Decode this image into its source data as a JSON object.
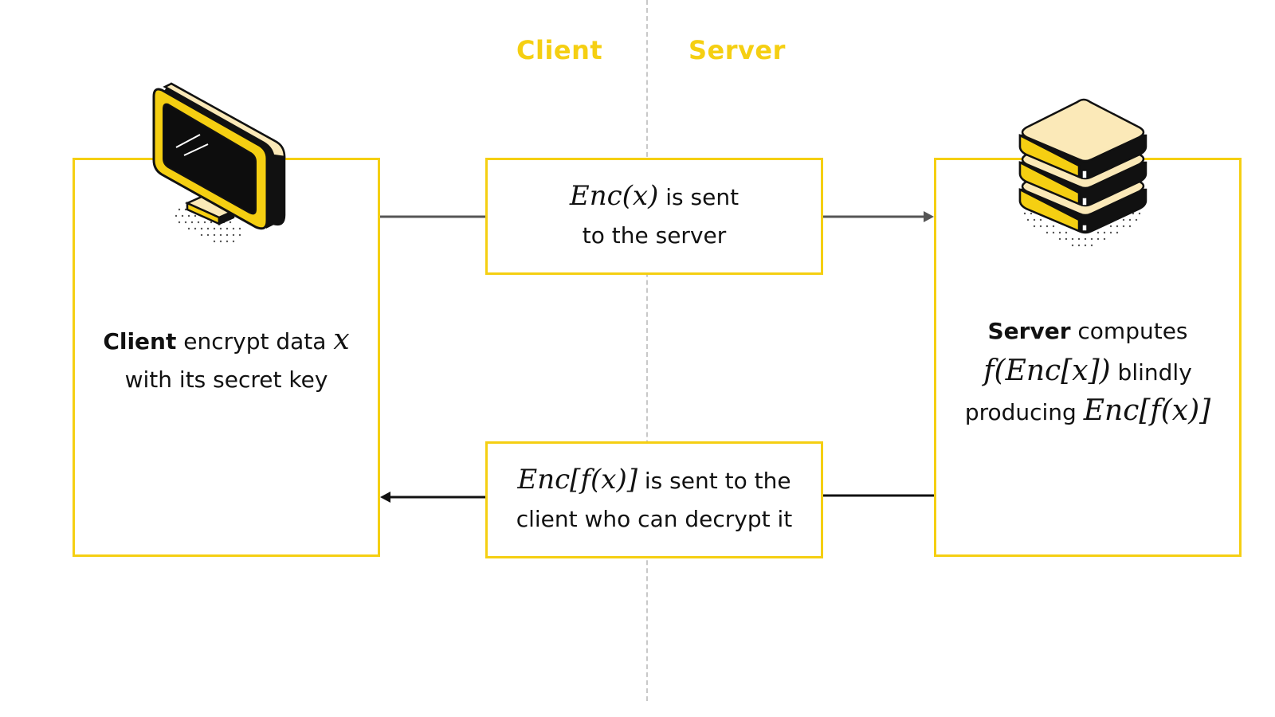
{
  "headers": {
    "client": "Client",
    "server": "Server"
  },
  "client_box": {
    "bold": "Client",
    "text1": " encrypt data ",
    "math": "x",
    "line2": "with its secret key"
  },
  "send_box": {
    "math": "Enc(x)",
    "text1": " is sent",
    "line2": "to the server"
  },
  "return_box": {
    "math": "Enc[f(x)]",
    "text1": " is sent to the",
    "line2": "client who can decrypt it"
  },
  "server_box": {
    "bold": "Server",
    "text1": " computes",
    "math1": "f(Enc[x])",
    "text2": " blindly",
    "text3": "producing ",
    "math2": "Enc[f(x)]"
  },
  "colors": {
    "accent": "#f5cf12",
    "arrow": "#555555",
    "arrow_dark": "#111111",
    "divider": "#c8c8c8"
  },
  "icons": {
    "client": "monitor-icon",
    "server": "database-server-icon"
  }
}
